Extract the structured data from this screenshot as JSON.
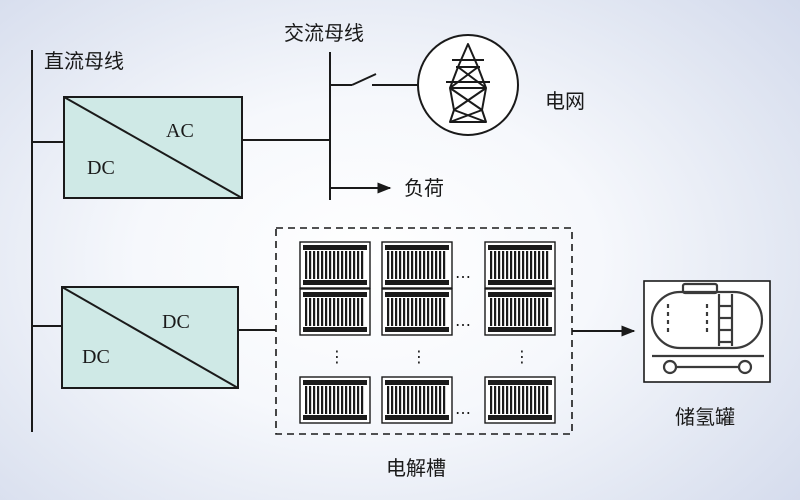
{
  "labels": {
    "dc_bus": "直流母线",
    "ac_bus": "交流母线",
    "grid": "电网",
    "load": "负荷",
    "electrolyzer": "电解槽",
    "h2_tank": "储氢罐"
  },
  "converters": [
    {
      "name": "dc-ac-converter",
      "in_label": "DC",
      "out_label": "AC"
    },
    {
      "name": "dc-dc-converter",
      "in_label": "DC",
      "out_label": "DC"
    }
  ],
  "electrolyzer_array": {
    "ellipsis_h": "…",
    "ellipsis_v": "⋮"
  },
  "icons": [
    "transmission-tower-icon",
    "switch-icon",
    "electrolyzer-cell-icon",
    "hydrogen-tank-icon",
    "arrow-icon"
  ],
  "colors": {
    "converter_fill": "#cfe9e6",
    "line": "#1a1a1a",
    "background_edge": "#d3daec"
  }
}
